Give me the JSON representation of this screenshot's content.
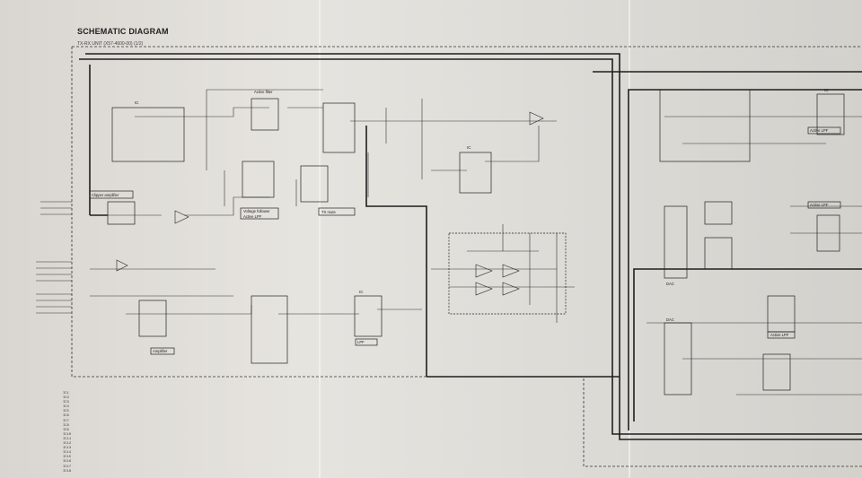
{
  "title": "SCHEMATIC DIAGRAM",
  "subtitle": "TX-RX UNIT (X57-4600-00) (1/2)",
  "blocks": {
    "active_filter": "Active filter",
    "clipper_amplifier": "Clipper amplifier",
    "voltage_follower": "Voltage follower",
    "active_lpf": "Active LPF",
    "tx_mute": "TX mute",
    "active_lpf_2": "Active LPF",
    "amplifier": "Amplifier",
    "lpf": "LPF",
    "active_lpf_right": "Active LPF",
    "active_lpf_mid": "Active LPF",
    "dac": "DAC",
    "dac_2": "DAC"
  },
  "parts": {
    "ic": "IC",
    "ic_right": "IC",
    "ic_mid": "IC",
    "ic_lower": "IC"
  },
  "legend": {
    "col1": [
      "IC1",
      "IC2",
      "IC3",
      "IC4",
      "IC5",
      "IC6",
      "IC7",
      "IC8",
      "IC9",
      "IC10",
      "IC11",
      "IC12",
      "IC13",
      "IC14",
      "IC15",
      "IC16",
      "IC17",
      "IC18"
    ],
    "col2": [
      "",
      "",
      "",
      "",
      "",
      "",
      "",
      "",
      "",
      "",
      "",
      "",
      "",
      "",
      "",
      "",
      "",
      ""
    ],
    "col3": [
      "",
      "",
      "",
      "",
      "",
      "",
      ""
    ],
    "col4": [
      "",
      "",
      "",
      "",
      "",
      "",
      ""
    ]
  },
  "colors": {
    "paper": "#dedbd6",
    "ink": "#222222"
  }
}
